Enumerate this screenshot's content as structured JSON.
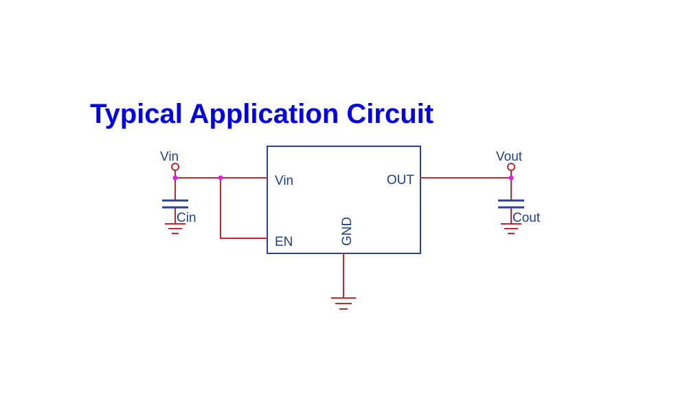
{
  "title": "Typical Application Circuit",
  "colors": {
    "title": "#0000ee",
    "wire": "#c0282e",
    "ic_outline": "#2a3f9a",
    "label": "#1f3f8c",
    "junction": "#e020e0",
    "terminal": "#c0282e"
  },
  "ic": {
    "pins": {
      "vin": "Vin",
      "en": "EN",
      "out": "OUT",
      "gnd": "GND"
    }
  },
  "nodes": {
    "input_terminal": "Vin",
    "output_terminal": "Vout"
  },
  "capacitors": {
    "input": "Cin",
    "output": "Cout"
  },
  "icons": {
    "ground": "ground-symbol",
    "capacitor": "capacitor-symbol",
    "terminal": "open-circle-terminal",
    "junction": "junction-dot"
  }
}
